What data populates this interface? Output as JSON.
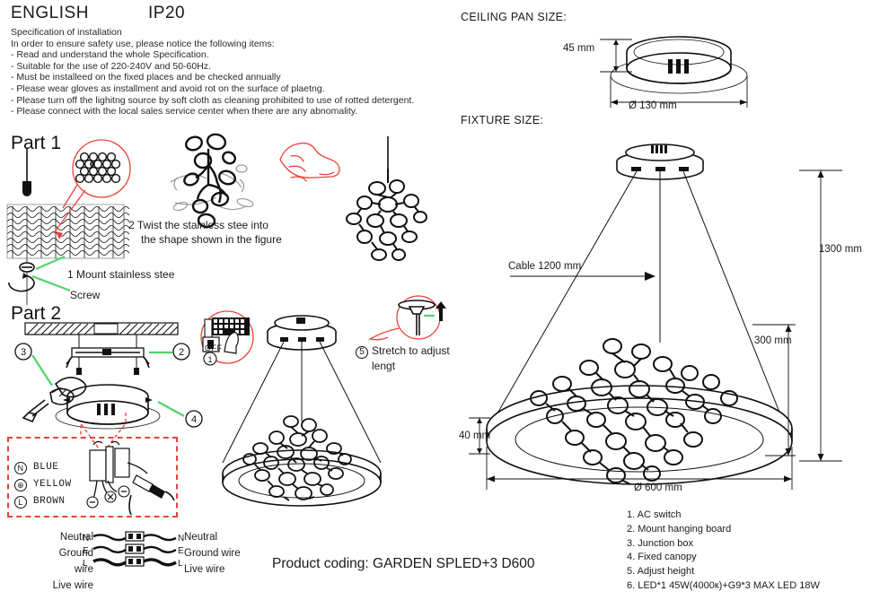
{
  "header": {
    "language": "ENGLISH",
    "ip_rating": "IP20",
    "spec_title": "Specification of installation",
    "spec_intro": "In order to ensure safety use, please notice the following items:",
    "spec_items": [
      "- Read and understand the whole Specification.",
      "- Suitable for the use of 220-240V and 50-60Hz.",
      "- Must be installeed on the fixed places and be checked annually",
      "- Please wear gloves as installment and avoid rot on the surface of plaetng.",
      "- Please turn off the lighitng source by soft cloth as cleaning prohibited to use of rotted detergent.",
      "- Please connect with the local sales service center when there are any abnomality."
    ]
  },
  "part1": {
    "title": "Part 1",
    "step2_number": "2",
    "step2_line1": "Twist  the  stainless  stee  into",
    "step2_line2": "the shape shown in the figure",
    "step1_label": "1  Mount stainless stee",
    "screw_label": "Screw"
  },
  "part2": {
    "title": "Part 2",
    "off_label": "OFF",
    "off_number": "1",
    "callout_2": "2",
    "callout_3": "3",
    "callout_4": "4",
    "callout_5": "5",
    "stretch_line1": "Stretch to adjust",
    "stretch_line2": "lengt"
  },
  "wiring": {
    "rows": [
      {
        "symbol": "N",
        "color_name": "BLUE"
      },
      {
        "symbol": "⊕",
        "color_name": "YELLOW"
      },
      {
        "symbol": "L",
        "color_name": "BROWN"
      }
    ]
  },
  "wire_diagram": {
    "left": {
      "neutral": "Neutral",
      "ground": "Ground wire",
      "live": "Live wire",
      "n": "N",
      "e": "E",
      "l": "L"
    },
    "right": {
      "neutral": "Neutral",
      "ground": "Ground wire",
      "live": "Live wire",
      "n": "N",
      "e": "E",
      "l": "L"
    }
  },
  "product_coding": "Product coding: GARDEN SPLED+3 D600",
  "ceiling_pan": {
    "heading": "CEILING PAN  SIZE:",
    "height": "45 mm",
    "diameter": "Ø 130 mm"
  },
  "fixture": {
    "heading": "FIXTURE SIZE:",
    "total_height": "1300 mm",
    "drop_height": "300 mm",
    "ring_thickness": "40 mm",
    "diameter": "Ø 600 mm",
    "cable_label": "Cable 1200 mm"
  },
  "legend": {
    "items": [
      "1. AC switch",
      "2. Mount hanging board",
      "3. Junction box",
      "4. Fixed canopy",
      "5. Adjust height",
      "6. LED*1 45W(4000к)+G9*3 MAX LED 18W"
    ]
  },
  "colors": {
    "ink": "#111111",
    "red_accent": "#e8443a",
    "green_leader": "#4fd46a"
  }
}
